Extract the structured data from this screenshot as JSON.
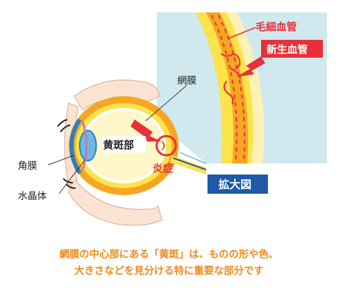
{
  "labels": {
    "capillary": "毛細血管",
    "new_vessel": "新生血管",
    "retina": "網膜",
    "macula": "黄斑部",
    "inflammation": "炎症",
    "cornea": "角膜",
    "lens": "水晶体",
    "magnified": "拡大図"
  },
  "caption": {
    "line1": "網膜の中心部にある「黄斑」は、ものの形や色、",
    "line2": "大きさなどを見分ける特に重要な部分です"
  },
  "colors": {
    "panel_bg": "#cfe9ef",
    "retina_orange": "#f5a623",
    "choroid_yellow": "#fbe44b",
    "vessel_red": "#e8303a",
    "label_red": "#e8303a",
    "label_blue_bg": "#1e5aa8",
    "cornea_blue": "#2b7fc4",
    "skin": "#fbe3d3",
    "caption_orange": "#f08a1c"
  }
}
